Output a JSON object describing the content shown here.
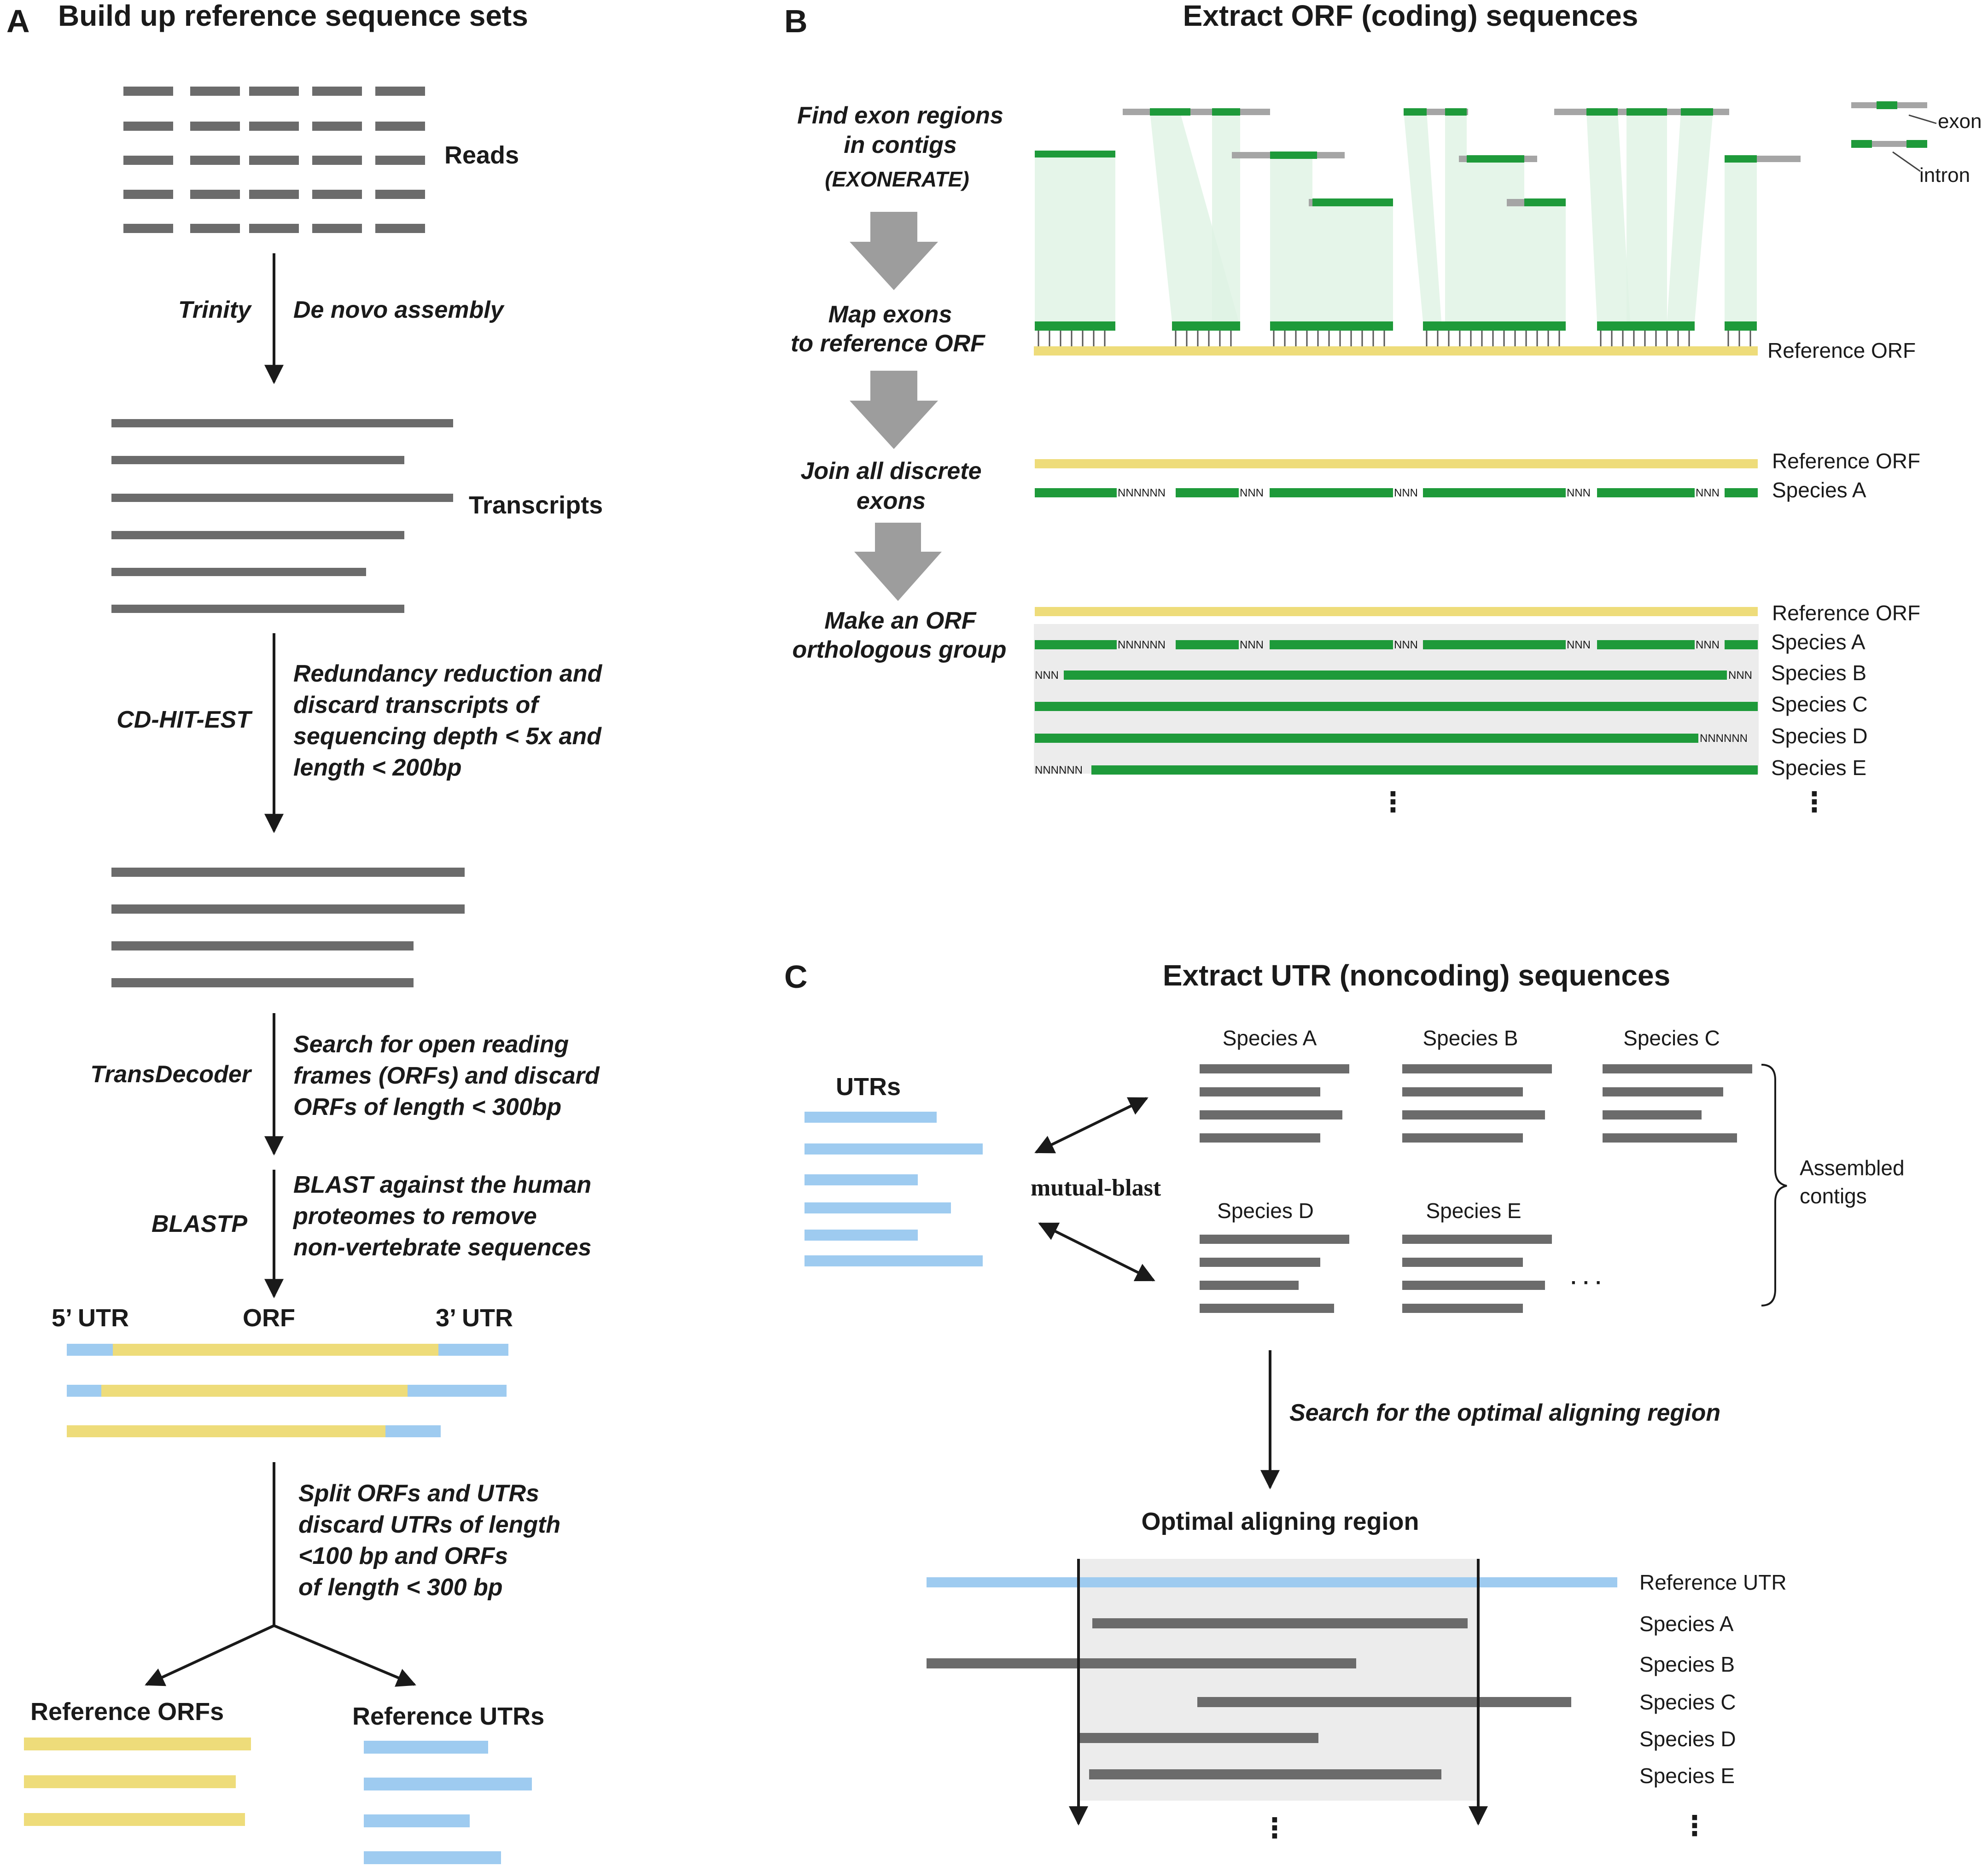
{
  "colors": {
    "gray_bar": "#6b6b6b",
    "yellow": "#eedc7a",
    "blue": "#9ecbf0",
    "green": "#1e9a3a",
    "green_light": "#dff2e3",
    "panel_bg": "#ececec",
    "arrow_gray": "#9d9d9d"
  },
  "panelA": {
    "letter": "A",
    "title": "Build up reference sequence sets",
    "reads_label": "Reads",
    "step1_tool": "Trinity",
    "step1_desc": "De novo assembly",
    "transcripts_label": "Transcripts",
    "step2_tool": "CD-HIT-EST",
    "step2_desc": [
      "Redundancy reduction and",
      "discard transcripts of",
      "sequencing depth < 5x and",
      "length < 200bp"
    ],
    "step3_tool": "TransDecoder",
    "step3_desc": [
      "Search for open reading",
      "frames (ORFs) and discard",
      "ORFs of length < 300bp"
    ],
    "step4_tool": "BLASTP",
    "step4_desc": [
      "BLAST against the human",
      "proteomes to remove",
      "non-vertebrate sequences"
    ],
    "utr5_label": "5’ UTR",
    "orf_label": "ORF",
    "utr3_label": "3’ UTR",
    "step5_desc": [
      "Split ORFs and UTRs",
      "discard UTRs of length",
      "<100 bp  and ORFs",
      "of length < 300 bp"
    ],
    "ref_orfs_label": "Reference ORFs",
    "ref_utrs_label": "Reference UTRs"
  },
  "panelB": {
    "letter": "B",
    "title": "Extract ORF (coding) sequences",
    "step1": [
      "Find exon regions",
      "in contigs",
      "(EXONERATE)"
    ],
    "step2": [
      "Map exons",
      "to reference ORF"
    ],
    "step3": [
      "Join all discrete",
      "exons"
    ],
    "step4": [
      "Make an ORF",
      "orthologous group"
    ],
    "legend_exon": "exon",
    "legend_intron": "intron",
    "reference_orf": "Reference ORF",
    "species": [
      "Species A",
      "Species B",
      "Species C",
      "Species D",
      "Species E"
    ],
    "gap_long": "NNNNNN",
    "gap_short": "NNN",
    "ellipsis": "⋮"
  },
  "panelC": {
    "letter": "C",
    "title": "Extract UTR (noncoding) sequences",
    "utrs_label": "UTRs",
    "mutual_blast": "mutual-blast",
    "species_cols": [
      "Species A",
      "Species B",
      "Species C",
      "Species D",
      "Species E"
    ],
    "assembled_contigs": [
      "Assembled",
      "contigs"
    ],
    "h_ellipsis": "· · ·",
    "search_desc": "Search for the optimal aligning region",
    "optimal_title": "Optimal aligning region",
    "reference_utr": "Reference UTR",
    "species": [
      "Species A",
      "Species B",
      "Species C",
      "Species D",
      "Species E"
    ],
    "ellipsis": "⋮"
  }
}
